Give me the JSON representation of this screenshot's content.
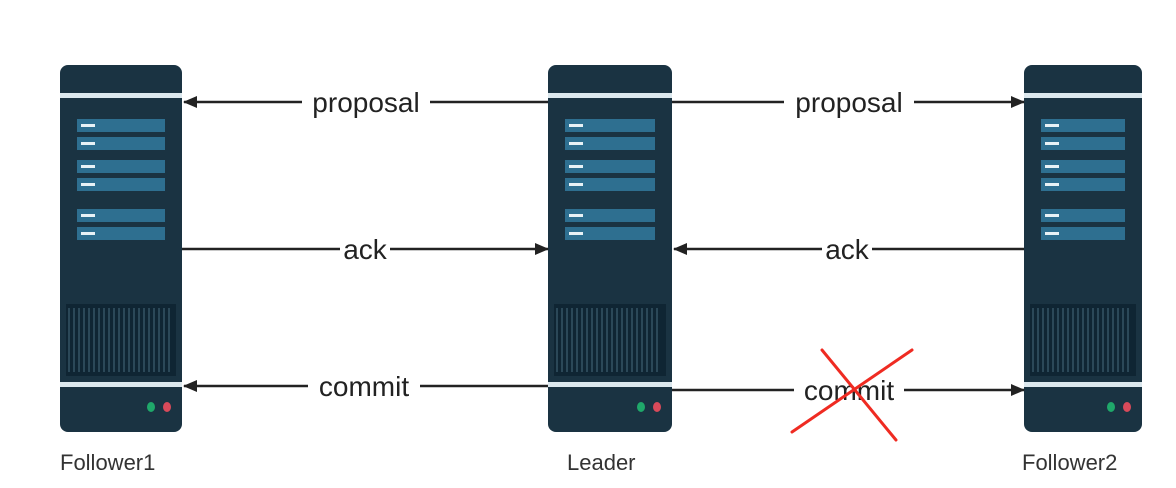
{
  "colors": {
    "server_body": "#1a3342",
    "server_band": "#dce8ee",
    "server_slot": "#2e6f90",
    "server_slot_mark": "#e8f2f6",
    "vent": "#0f2533",
    "vent_line": "#2b4858",
    "led_green": "#1fa86a",
    "led_red": "#d84a5a",
    "arrow": "#222222",
    "cross": "#ef2b22"
  },
  "servers": {
    "follower1": {
      "label": "Follower1"
    },
    "leader": {
      "label": "Leader"
    },
    "follower2": {
      "label": "Follower2"
    }
  },
  "messages": {
    "proposal_left": "proposal",
    "proposal_right": "proposal",
    "ack_left": "ack",
    "ack_right": "ack",
    "commit_left": "commit",
    "commit_right": "commit"
  },
  "failed_message": "commit_right"
}
